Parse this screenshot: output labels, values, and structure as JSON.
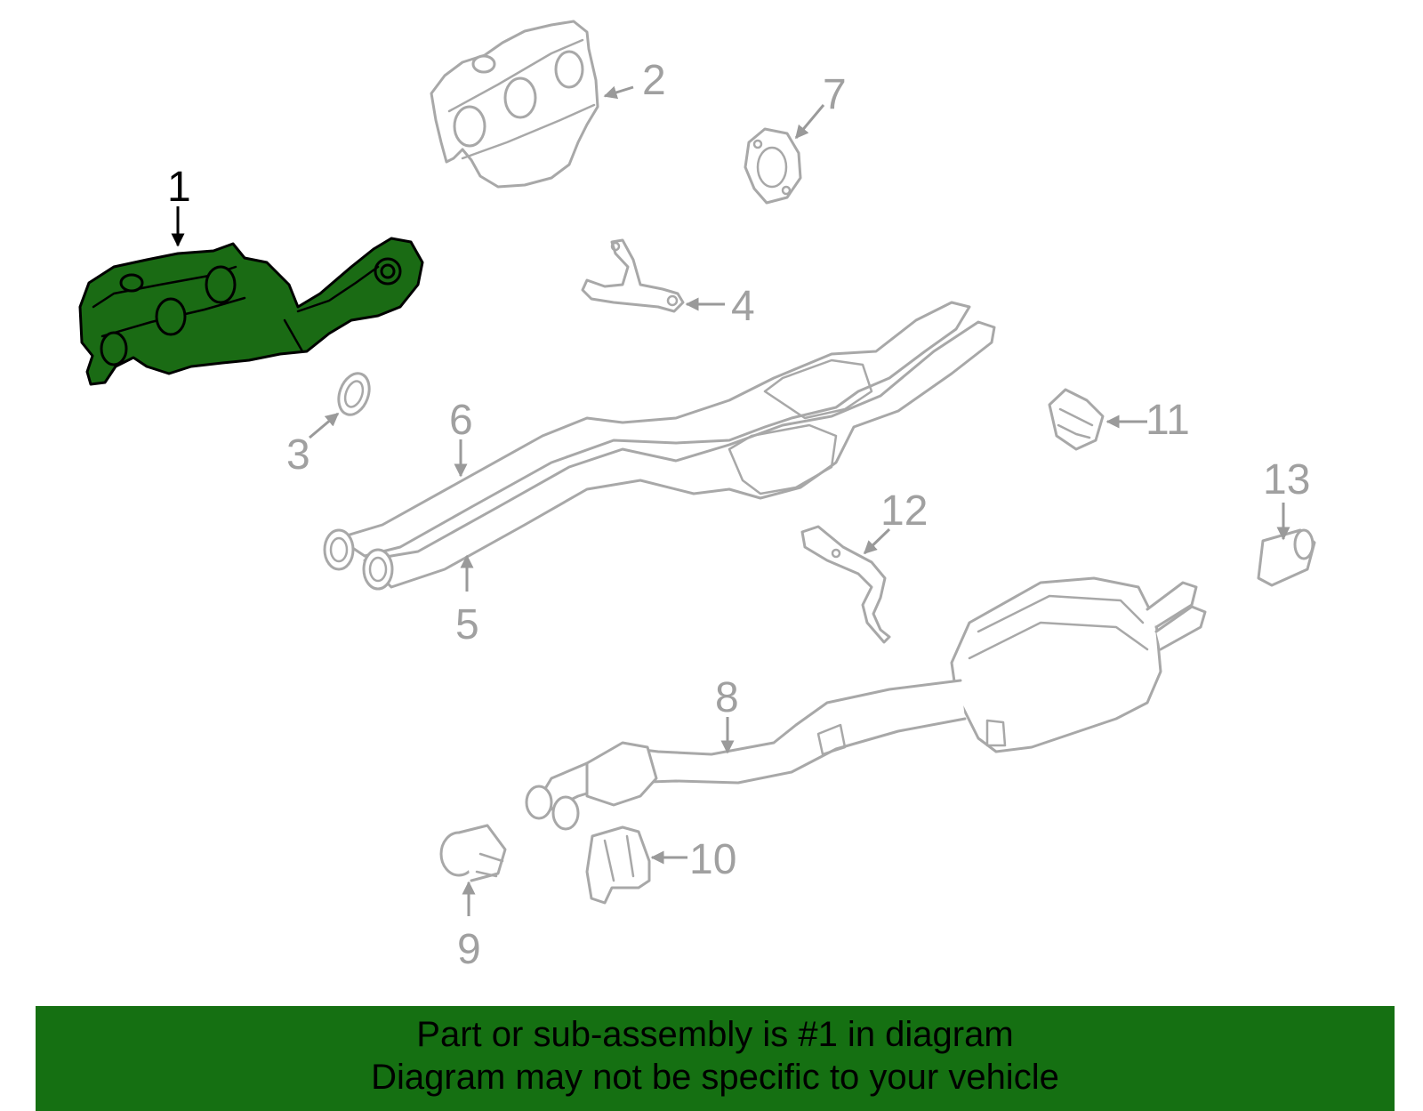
{
  "callouts": {
    "p1": "1",
    "p2": "2",
    "p3": "3",
    "p4": "4",
    "p5": "5",
    "p6": "6",
    "p7": "7",
    "p8": "8",
    "p9": "9",
    "p10": "10",
    "p11": "11",
    "p12": "12",
    "p13": "13"
  },
  "highlight_color": "#1a6b14",
  "banner": {
    "line1": "Part or sub-assembly is #1 in diagram",
    "line2": "Diagram may not be specific to your vehicle"
  }
}
